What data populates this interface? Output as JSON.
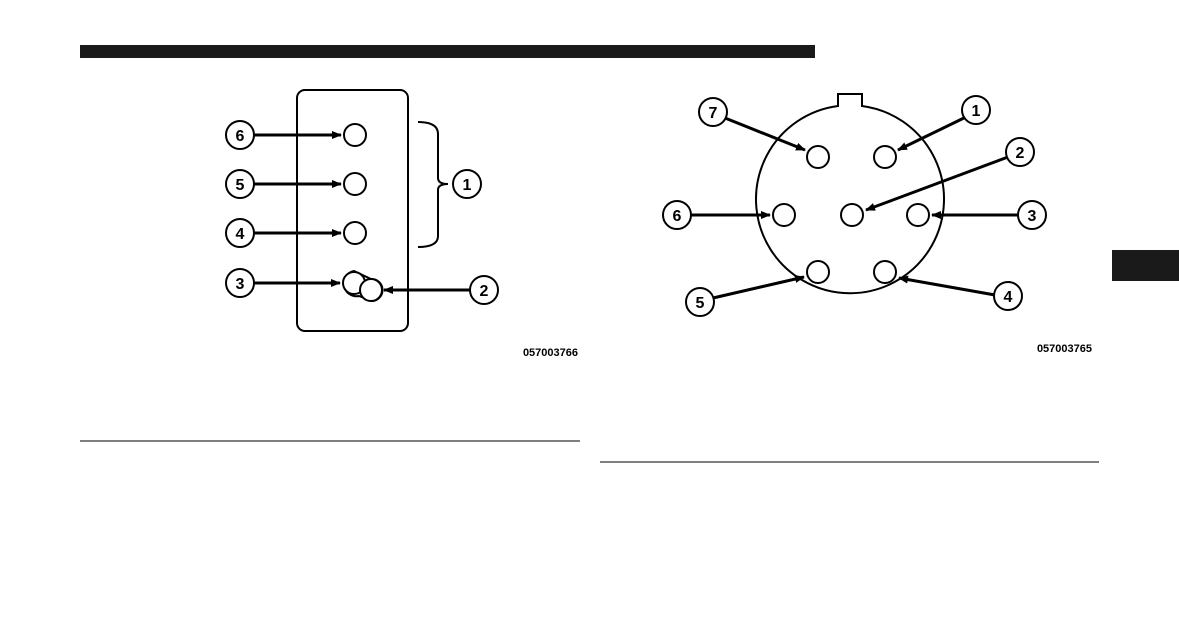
{
  "left_figure": {
    "figure_code": "057003766",
    "callouts": [
      "1",
      "2",
      "3",
      "4",
      "5",
      "6"
    ]
  },
  "right_figure": {
    "figure_code": "057003765",
    "callouts": [
      "1",
      "2",
      "3",
      "4",
      "5",
      "6",
      "7"
    ]
  },
  "colors": {
    "ink": "#000000",
    "header_bar": "#1a1a1a",
    "section_tab": "#1a1a1a",
    "rule": "#555555"
  },
  "icons": {
    "pin": "connector-pin-circle",
    "arrow": "callout-arrow"
  }
}
